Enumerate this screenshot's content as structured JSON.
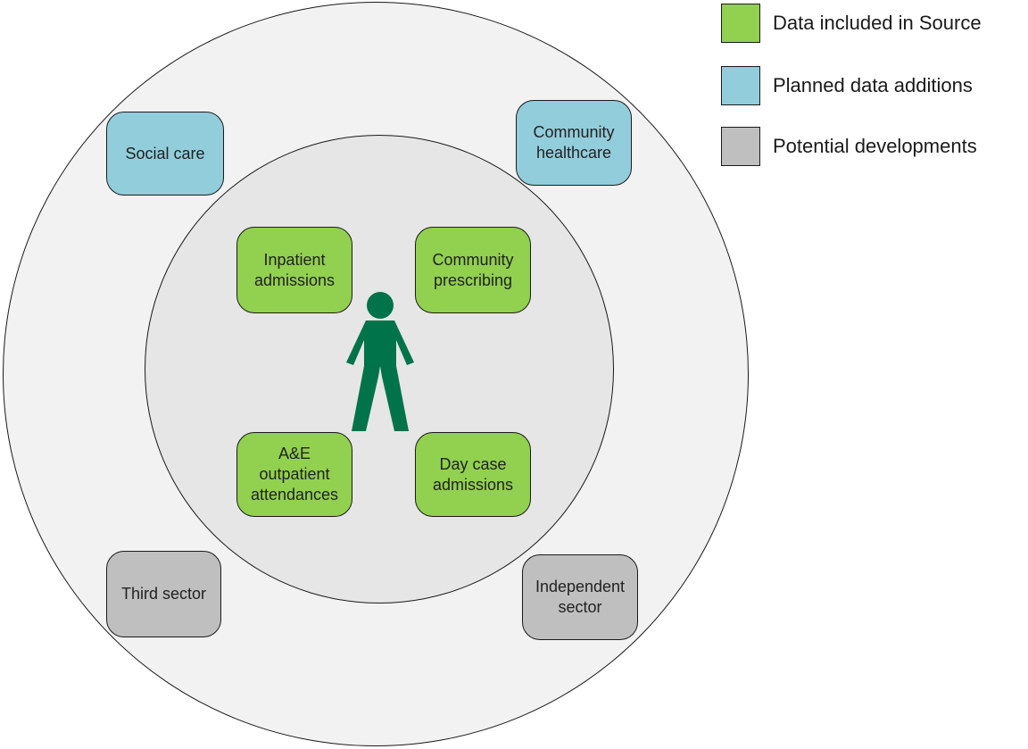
{
  "diagram": {
    "outer_ring_nodes": [
      {
        "label": "Social care",
        "category": "planned"
      },
      {
        "label": "Community\nhealthcare",
        "category": "planned"
      },
      {
        "label": "Third sector",
        "category": "potential"
      },
      {
        "label": "Independent\nsector",
        "category": "potential"
      }
    ],
    "inner_ring_nodes": [
      {
        "label": "Inpatient\nadmissions",
        "category": "included"
      },
      {
        "label": "Community\nprescribing",
        "category": "included"
      },
      {
        "label": "A&E\noutpatient\nattendances",
        "category": "included"
      },
      {
        "label": "Day case\nadmissions",
        "category": "included"
      }
    ],
    "center_icon": "person-icon"
  },
  "legend": {
    "items": [
      {
        "key": "included",
        "label": "Data included in Source",
        "color": "#92d050"
      },
      {
        "key": "planned",
        "label": "Planned data additions",
        "color": "#92cddc"
      },
      {
        "key": "potential",
        "label": "Potential developments",
        "color": "#bfbfbf"
      }
    ]
  },
  "colors": {
    "person": "#00734a",
    "outer_circle": "#f2f2f2",
    "inner_circle": "#e6e6e6",
    "outline": "#1a1a1a"
  }
}
